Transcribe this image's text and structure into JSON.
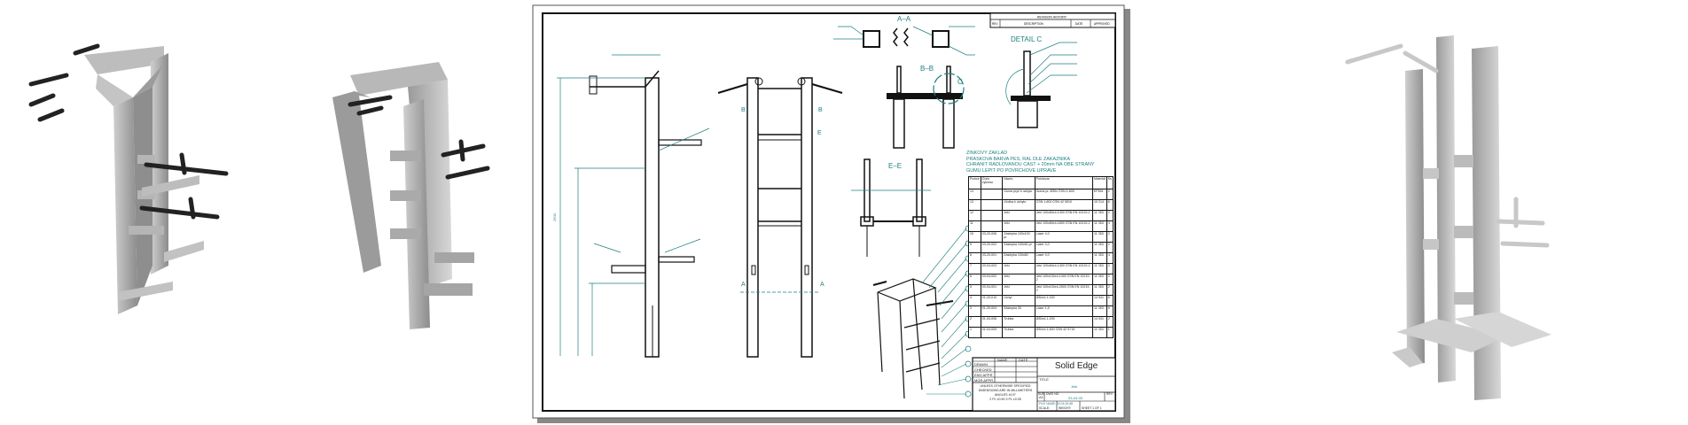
{
  "sheet": {
    "revision_history": {
      "title": "REVISION HISTORY",
      "columns": [
        "REV",
        "DESCRIPTION",
        "DATE",
        "APPROVED"
      ]
    },
    "view_labels": {
      "section_aa": "A–A",
      "section_bb": "B–B",
      "section_ee": "E–E",
      "detail_c": "DETAIL C",
      "c": "C",
      "a": "A",
      "b": "B",
      "e": "E"
    },
    "notes": [
      "ZINKOVY ZAKLAD",
      "PRASKOVA BARVA PES, RAL DLE ZAKAZNIKA",
      "CHRANIT RADLOVANOU CAST + 20mm NA OBE STRANY",
      "GUMU LEPIT PO POVRCHOVE UPRAVE"
    ],
    "parts_table": {
      "headers": [
        "Pozice",
        "Číslo výkresu",
        "Název",
        "Polotovar",
        "Materiál",
        "Ks"
      ],
      "rows": [
        [
          "14",
          "",
          "Guma pryž k úchytu",
          "Guma pr. Ø30x ČSN 1-600",
          "EPDM",
          "2"
        ],
        [
          "13",
          "",
          "Vložka k úchytu",
          "ČSN 1-600 ČSN 42 5510",
          "10 214",
          "6"
        ],
        [
          "12",
          "",
          "Jekl",
          "Jekl 100x60x4-1400 ČSN EN 10219-2",
          "11 353",
          "2"
        ],
        [
          "11",
          "",
          "Jekl",
          "Jekl 100x60x4-1800 ČSN EN 10219-2",
          "11 353",
          "4"
        ],
        [
          "10",
          "03-20-006",
          "Záslepka 100x100 pr",
          "Laser 4,0",
          "11 353",
          "2"
        ],
        [
          "9",
          "03-20-002",
          "Záslepka 100x60 pr",
          "Laser 4,0",
          "11 353",
          "2"
        ],
        [
          "8",
          "03-20-001",
          "Záslepka 100x60",
          "Laser 4,0",
          "11 353",
          "4"
        ],
        [
          "7",
          "03-04-003",
          "Jekl",
          "Jekl 100x60x4-1400 ČSN EN 10219-2",
          "11 353",
          "2"
        ],
        [
          "6",
          "03-04-002",
          "Jekl",
          "Jekl 100x100x4-1400 ČSN EN 10219-2",
          "11 353",
          "2"
        ],
        [
          "5",
          "03-04-001",
          "Jekl",
          "Jekl 100x100x4-2500 ČSN EN 10219-2",
          "11 353",
          "2"
        ],
        [
          "4",
          "01-20-010",
          "Úchyt",
          "Ø30x4-1-200",
          "14 541",
          "6"
        ],
        [
          "3",
          "01-20-004",
          "Záslepka 30",
          "Laser 1,5",
          "11 353",
          "6"
        ],
        [
          "2",
          "01-04-006",
          "Trubka",
          "Ø30x4-1-200",
          "14 541",
          "2"
        ],
        [
          "1",
          "01-04-005",
          "Trubka",
          "Ø30x4-1-600 ČSN 42 5715",
          "11 353",
          "1"
        ]
      ]
    },
    "title_block": {
      "software": "Solid Edge",
      "name_col": "NAME",
      "date_col": "DATE",
      "rows": [
        "DRAWN",
        "CHECKED",
        "ENG APPR",
        "MGR APPR"
      ],
      "tolerance_note": [
        "UNLESS OTHERWISE SPECIFIED",
        "DIMENSIONS ARE IN MILLIMETERS",
        "ANGLES ±0.5°",
        "2 PL ±0.50  3 PL ±0.05"
      ],
      "title_label": "TITLE",
      "title_value": "Jekl",
      "size_label": "SIZE",
      "size_value": "A3",
      "dwg_label": "DWG NO",
      "dwg_value": "03-04-00",
      "rev_label": "REV",
      "file_name": "FILE NAME: 03-04-00.dft",
      "scale": "SCALE:",
      "weight": "WEIGHT:",
      "sheet": "SHEET 1 OF 1"
    }
  },
  "colors": {
    "annotation": "#1f7f80",
    "render_gray": "#a6a6a6",
    "line": "#111111"
  }
}
